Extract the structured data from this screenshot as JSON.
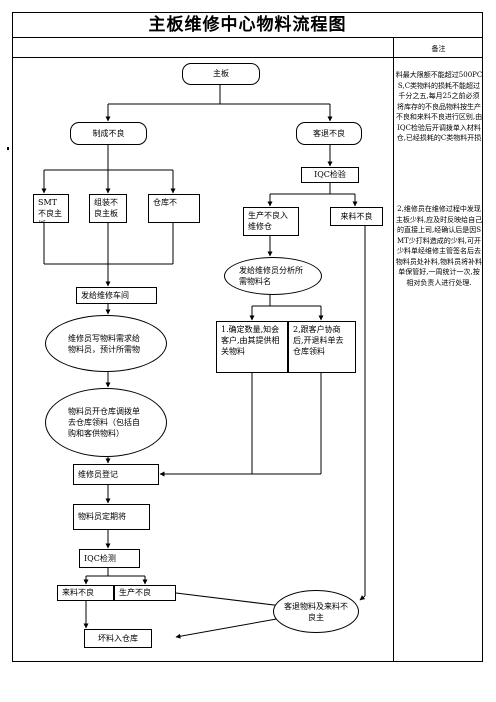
{
  "title": "主板维修中心物料流程图",
  "notes": {
    "header": "备注",
    "note1": "料最大限额不能超过500PCS,C类物料的损耗不能超过千分之五,每月25之前必须将库存的不良品物料按生产不良和来料不良进行区别,由IQC检验后开调拨单入材料仓,已经损耗的C类物料开损",
    "note2": "2,维修员在维修过程中发现主板少料,应及时反映给自己的直接上司,经确认后是因SMT少打料造成的少料,可开少料单经维修主管签名后去物料员处补料,物料员将补料单保管好,一周统计一次,按相对负责人进行处理."
  },
  "nodes": {
    "mainboard": "主板",
    "process_defect": "制成不良",
    "customer_return": "客退不良",
    "smt_defect": "SMT不良主板",
    "assembly_defect": "组装不良主板",
    "warehouse_defect": "仓库不",
    "iqc_inspect": "IQC检验",
    "prod_defect_repair": "生产不良入维修仓",
    "incoming_defect": "来料不良",
    "issue_repair_workshop": "发给维修车间",
    "analyze_materials": "发给维修员分析所需物料名",
    "confirm_quantity": "1.确定数量,知会客户,由其提供相关物料",
    "follow_customer": "2,跟客户协商后,开退料单去仓库领料",
    "repairer_request": "维修员写物料需求给物料员，预计所需物",
    "material_requisition": "物料员开仓库调拨单去仓库领料（包括自购和客供物料）",
    "repairer_register": "维修员登记",
    "periodic_material": "物料员定期将",
    "iqc_test": "IQC检测",
    "incoming_defect2": "来料不良",
    "prod_defect2": "生产不良",
    "customer_return_materials": "客退物料及来料不良主",
    "scrap_warehouse": "坏料入仓库"
  }
}
